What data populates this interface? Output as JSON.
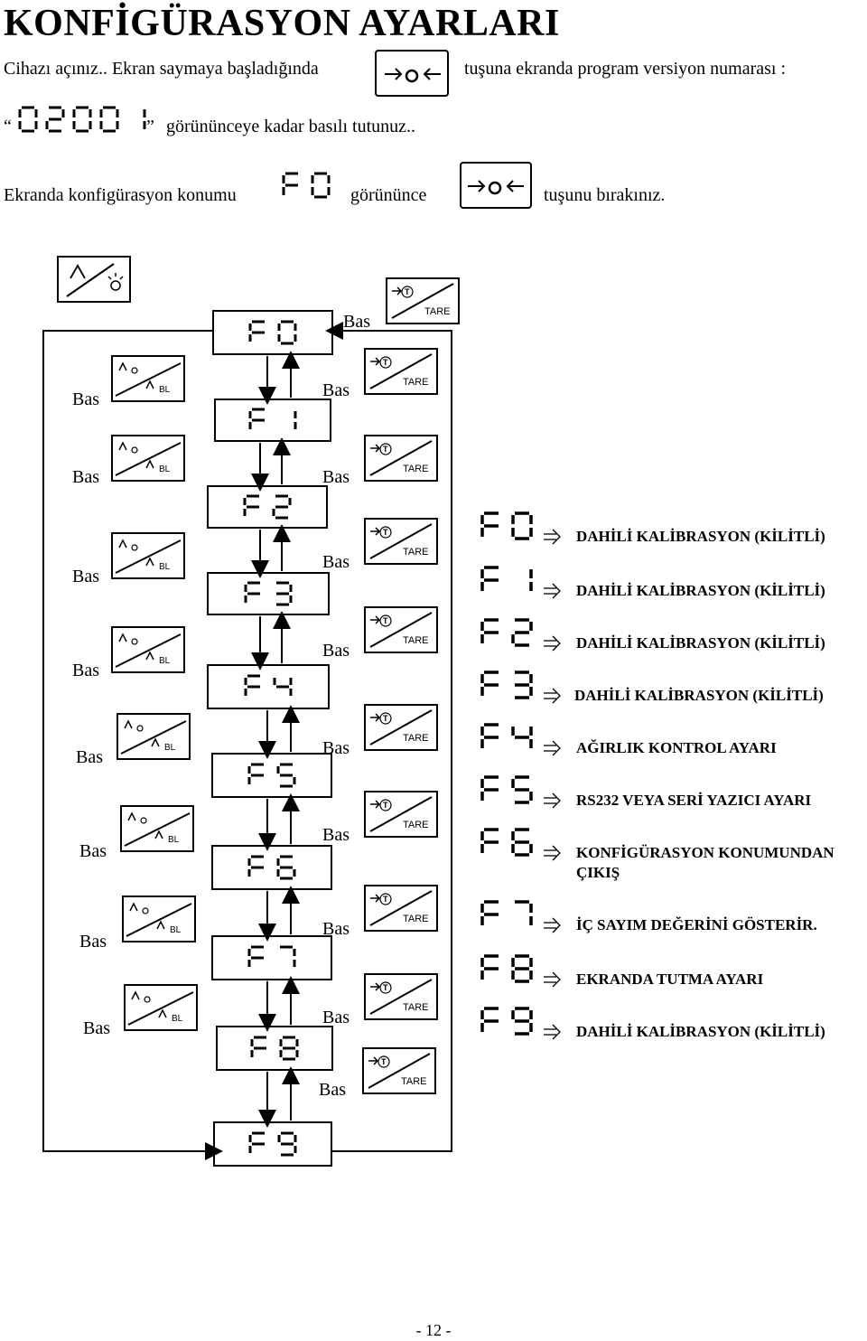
{
  "title": "KONFİGÜRASYON AYARLARI",
  "intro": {
    "line1_a": "Cihazı açınız.. Ekran saymaya başladığında",
    "line1_b": "tuşuna ekranda program versiyon numarası :",
    "line2_open": "“",
    "version_display": "02001",
    "line2_close": "”",
    "line2_b": "görününceye kadar basılı tutunuz..",
    "line3_a": "Ekranda konfigürasyon konumu",
    "line3_display": "F0",
    "line3_b": "görününce",
    "line3_c": "tuşunu bırakınız."
  },
  "zero_key": {
    "icon": "zero-key-icon",
    "label": "o"
  },
  "tare_key": {
    "label": "TARE",
    "t_label": "T"
  },
  "backlight_key": {
    "label": "BL"
  },
  "press_label": "Bas",
  "flow_steps": [
    "F0",
    "F1",
    "F2",
    "F3",
    "F4",
    "F5",
    "F6",
    "F7",
    "F8",
    "F9"
  ],
  "legend": [
    {
      "code": "F0",
      "text": "DAHİLİ KALİBRASYON (KİLİTLİ)"
    },
    {
      "code": "F1",
      "text": "DAHİLİ KALİBRASYON (KİLİTLİ)"
    },
    {
      "code": "F2",
      "text": "DAHİLİ KALİBRASYON (KİLİTLİ)"
    },
    {
      "code": "F3",
      "text": "DAHİLİ KALİBRASYON (KİLİTLİ)"
    },
    {
      "code": "F4",
      "text": "AĞIRLIK KONTROL AYARI"
    },
    {
      "code": "F5",
      "text": "RS232 VEYA SERİ YAZICI AYARI"
    },
    {
      "code": "F6",
      "text": "KONFİGÜRASYON KONUMUNDAN",
      "text2": "ÇIKIŞ"
    },
    {
      "code": "F7",
      "text": "İÇ SAYIM DEĞERİNİ GÖSTERİR."
    },
    {
      "code": "F8",
      "text": "EKRANDA TUTMA AYARI"
    },
    {
      "code": "F9",
      "text": "DAHİLİ KALİBRASYON (KİLİTLİ)"
    }
  ],
  "page_number": "- 12 -"
}
